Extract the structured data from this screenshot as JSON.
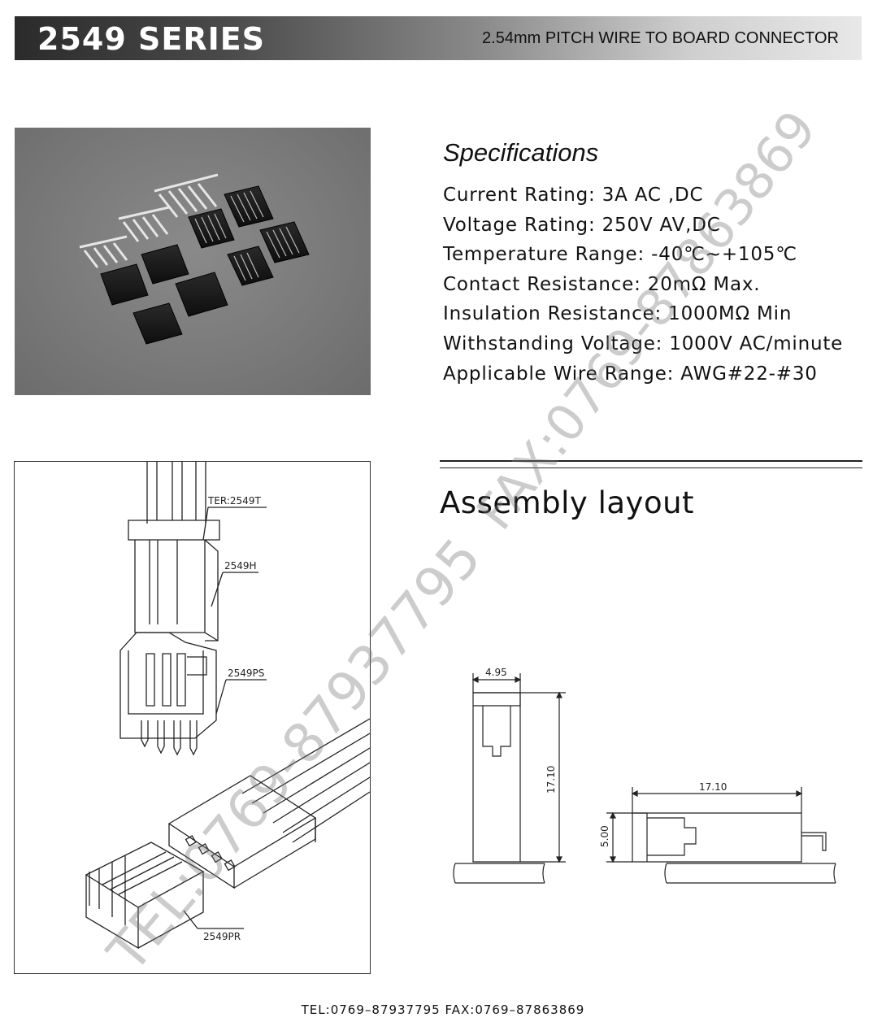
{
  "header": {
    "series": "2549 SERIES",
    "subtitle": "2.54mm PITCH WIRE TO BOARD CONNECTOR"
  },
  "specifications": {
    "title": "Specifications",
    "items": [
      "Current Rating: 3A  AC ,DC",
      "Voltage Rating: 250V AV,DC",
      "Temperature Range: -40℃~+105℃",
      "Contact Resistance: 20mΩ  Max.",
      "Insulation Resistance: 1000MΩ  Min",
      "Withstanding Voltage: 1000V AC/minute",
      "Applicable Wire Range: AWG#22-#30"
    ]
  },
  "assembly": {
    "title": "Assembly layout",
    "labels": {
      "terminal": "TER:2549T",
      "housing": "2549H",
      "straight_header": "2549PS",
      "right_angle_header": "2549PR"
    }
  },
  "dimensions": {
    "width_top": "4.95",
    "height_side": "17.10",
    "length_bottom": "17.10",
    "height_small": "5.00"
  },
  "watermarks": {
    "tel": "TEL:0769-87937795",
    "fax": "FAX:0769-87863869"
  },
  "footer": {
    "contact": "TEL:0769–87937795   FAX:0769–87863869"
  },
  "colors": {
    "header_dark": "#2b2b2b",
    "header_light": "#e8e8e8",
    "photo_bg": "#7a7a7a",
    "connector": "#1a1a1a",
    "terminal_metal": "#d8d8d8"
  },
  "icons": {
    "product_photo": "connector-product-photo",
    "exploded_view": "connector-exploded-diagram"
  }
}
